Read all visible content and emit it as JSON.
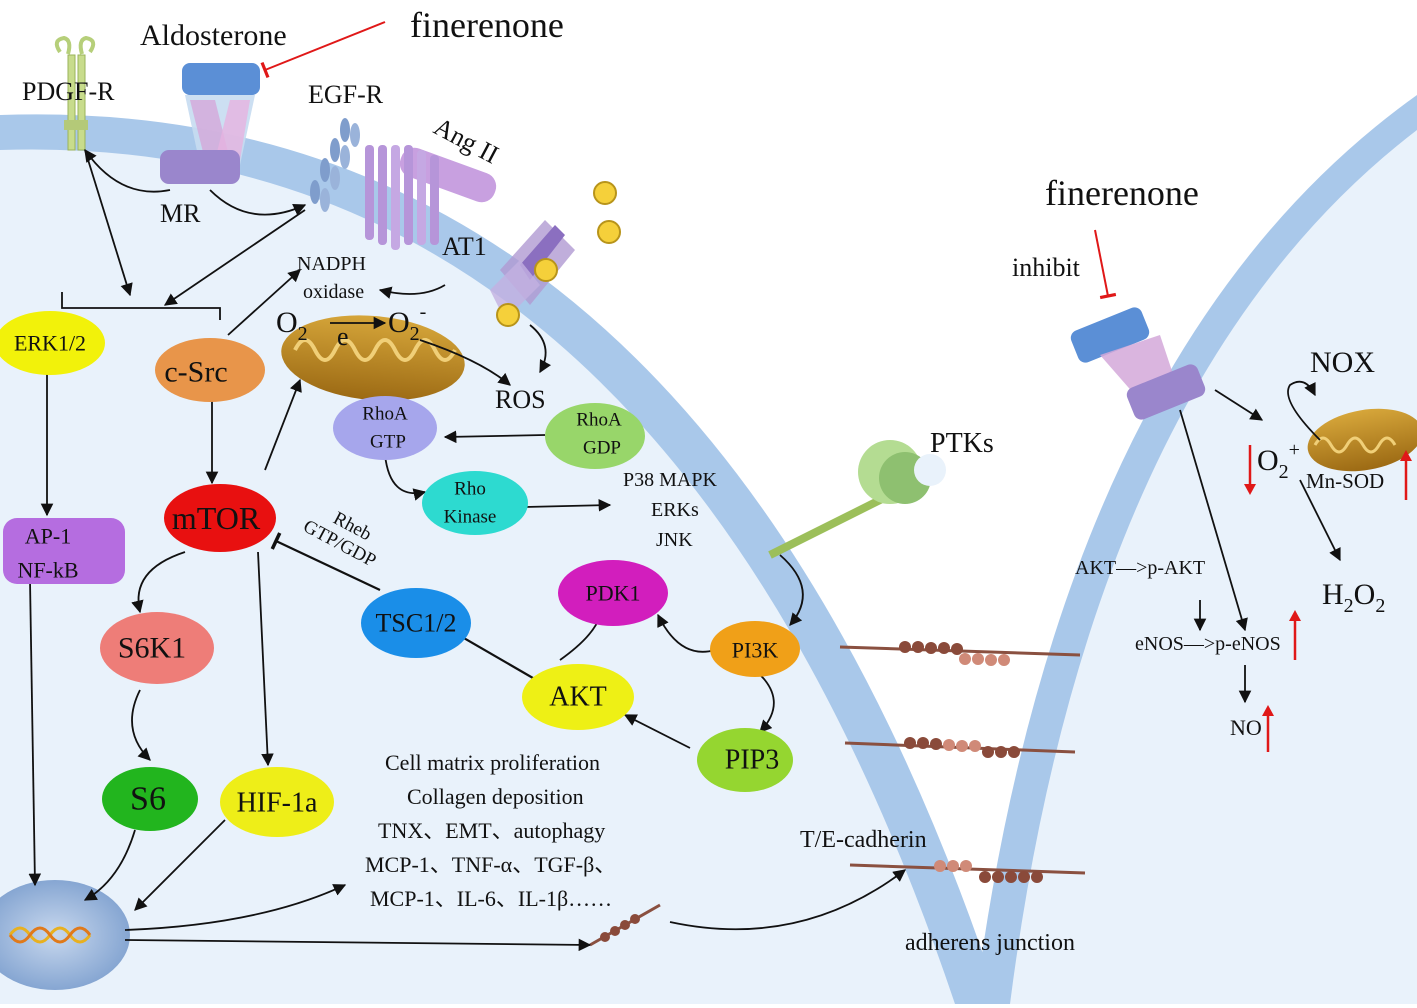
{
  "labels": {
    "aldosterone": "Aldosterone",
    "finerenone_top": "finerenone",
    "pdgfr": "PDGF-R",
    "egfr": "EGF-R",
    "angii": "Ang II",
    "mr": "MR",
    "at1": "AT1",
    "nadph_1": "NADPH",
    "nadph_2": "oxidase",
    "o2_left": "O",
    "o2_left_sub": "2",
    "electron": "e",
    "o2_right": "O",
    "o2_right_sub": "2",
    "o2_right_sup": "-",
    "ros": "ROS",
    "mapk_1": "P38 MAPK",
    "mapk_2": "ERKs",
    "mapk_3": "JNK",
    "rheb_1": "Rheb",
    "rheb_2": "GTP/GDP",
    "ptks": "PTKs",
    "finerenone_right": "finerenone",
    "inhibit": "inhibit",
    "nox": "NOX",
    "o2plus": "O",
    "o2plus_sub": "2",
    "o2plus_sup": "+",
    "mnsod": "Mn-SOD",
    "h2o2_a": "H",
    "h2o2_b": "2",
    "h2o2_c": "O",
    "h2o2_d": "2",
    "akt_pakt": "AKT—>p-AKT",
    "enos": "eNOS—>p-eNOS",
    "no": "NO",
    "outcomes": [
      "Cell matrix proliferation",
      "Collagen deposition",
      "TNX、EMT、autophagy",
      "MCP-1、TNF-α、TGF-β、",
      "MCP-1、IL-6、IL-1β……"
    ],
    "cadherin": "T/E-cadherin",
    "adherens": "adherens  junction"
  },
  "nodes": {
    "erk": "ERK1/2",
    "csrc": "c-Src",
    "ap1_1": "AP-1",
    "ap1_2": "NF-kB",
    "mtor": "mTOR",
    "s6k1": "S6K1",
    "s6": "S6",
    "hif": "HIF-1a",
    "rhoa_gtp_1": "RhoA",
    "rhoa_gtp_2": "GTP",
    "rhoa_gdp_1": "RhoA",
    "rhoa_gdp_2": "GDP",
    "rhok_1": "Rho",
    "rhok_2": "Kinase",
    "tsc": "TSC1/2",
    "pdk1": "PDK1",
    "pi3k": "PI3K",
    "akt": "AKT",
    "pip3": "PIP3"
  },
  "colors": {
    "erk": "#f2f20a",
    "csrc": "#e8954a",
    "ap1": "#b56de0",
    "mtor": "#e81010",
    "s6k1": "#ee7d78",
    "s6": "#22b51e",
    "hif": "#eeee18",
    "rhoa_gtp": "#a6a6ec",
    "rhoa_gdp": "#98d66a",
    "rhok": "#2ddad0",
    "tsc": "#1a8ee8",
    "pdk1": "#d21ebd",
    "pi3k": "#f0a018",
    "akt": "#eef015",
    "pip3": "#95d630",
    "membrane": "#a9c8ea",
    "cytoplasm": "#e9f2fb",
    "inhibit_red": "#e01818"
  }
}
